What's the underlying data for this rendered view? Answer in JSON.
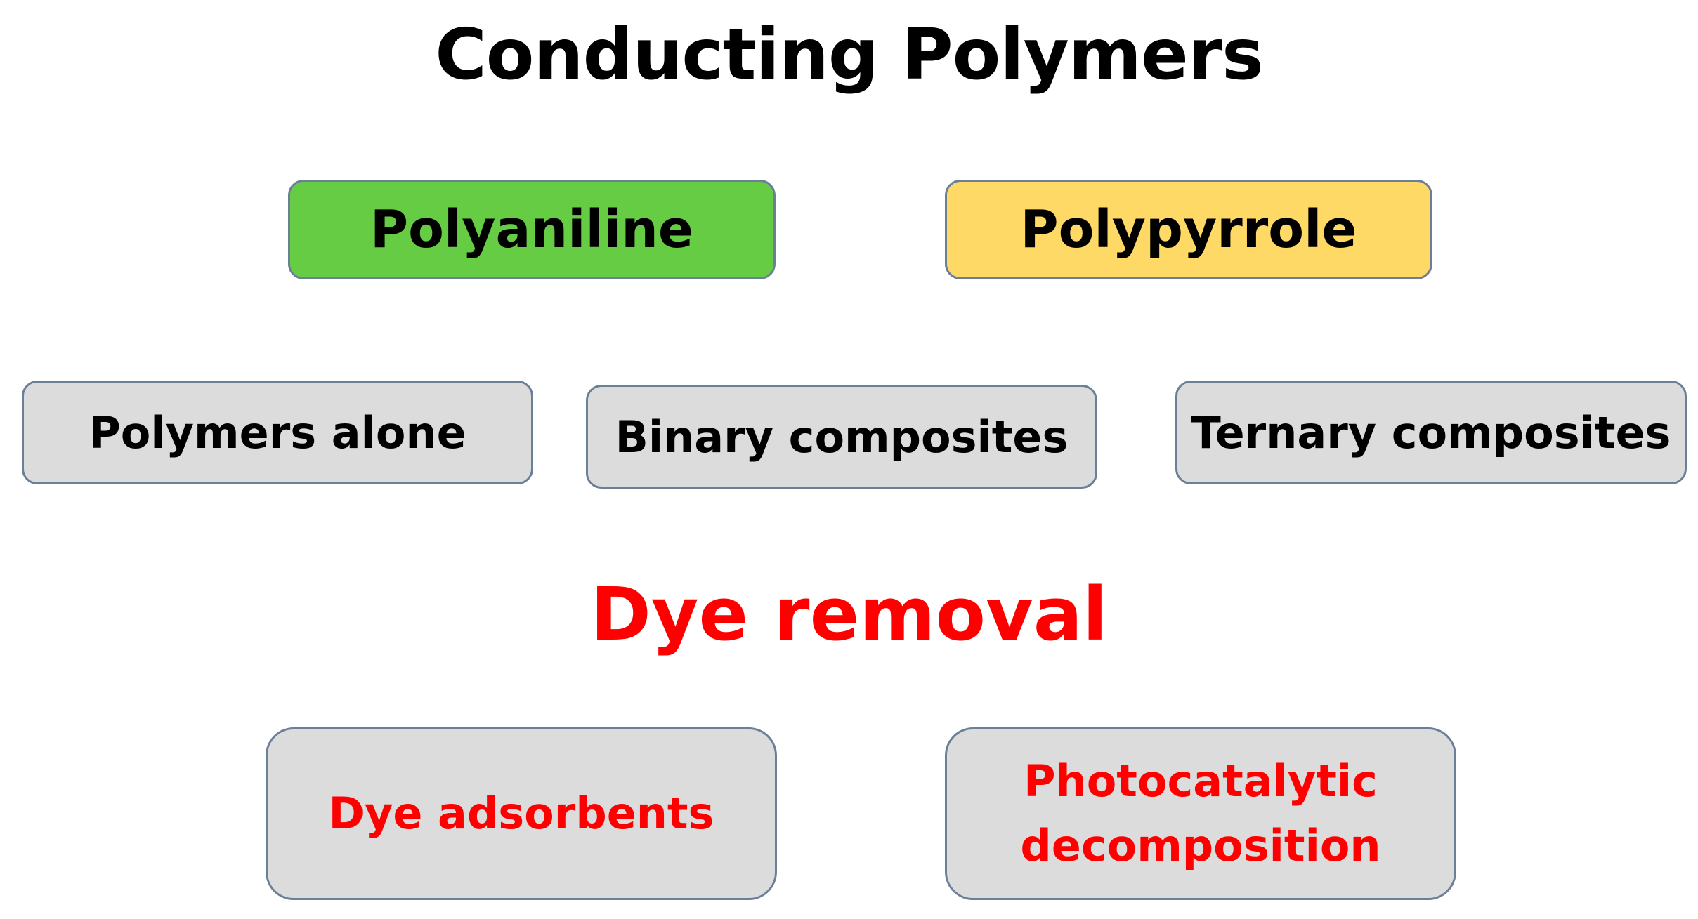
{
  "title": "Conducting Polymers",
  "polymers": [
    {
      "label": "Polyaniline",
      "color": "#66cc44"
    },
    {
      "label": "Polypyrrole",
      "color": "#ffd966"
    }
  ],
  "categories": [
    {
      "label": "Polymers alone"
    },
    {
      "label": "Binary composites"
    },
    {
      "label": "Ternary composites"
    }
  ],
  "subtitle": "Dye removal",
  "applications": [
    {
      "label": "Dye adsorbents"
    },
    {
      "label": "Photocatalytic decomposition"
    }
  ],
  "colors": {
    "box_fill": "#dcdcdc",
    "box_border": "#6b7f99",
    "accent_red": "#ff0000"
  }
}
